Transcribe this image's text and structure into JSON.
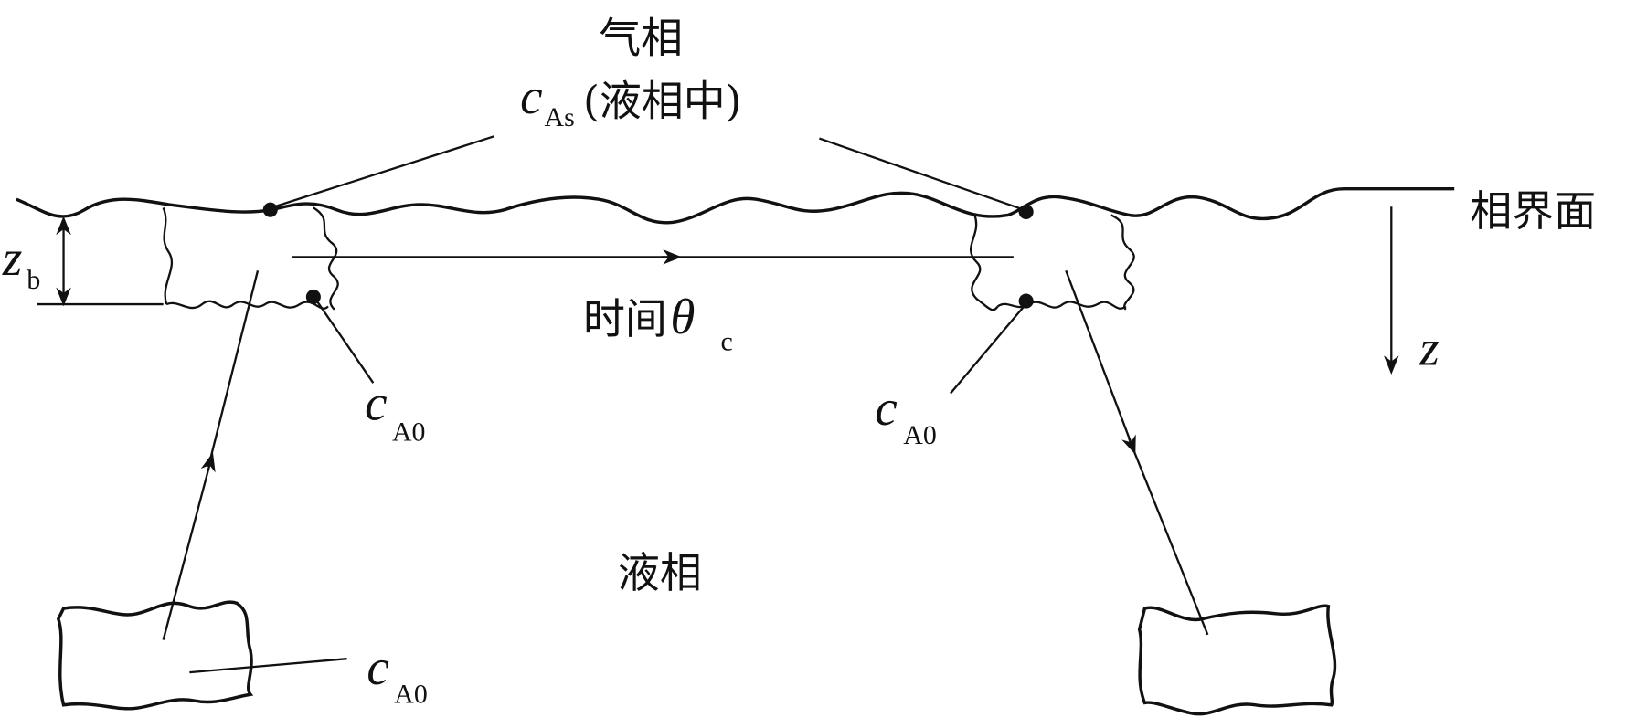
{
  "labels": {
    "gas_phase": "气相",
    "c_As_main": "c",
    "c_As_sub": "As",
    "c_As_note": "(液相中)",
    "interface": "相界面",
    "z_axis": "z",
    "z_b_main": "z",
    "z_b_sub": "b",
    "time_prefix": "时间",
    "theta": "θ",
    "theta_sub": "c",
    "c_A0_main": "c",
    "c_A0_sub": "A0",
    "liquid_phase": "液相"
  },
  "colors": {
    "ink": "#111111",
    "background": "#ffffff"
  }
}
